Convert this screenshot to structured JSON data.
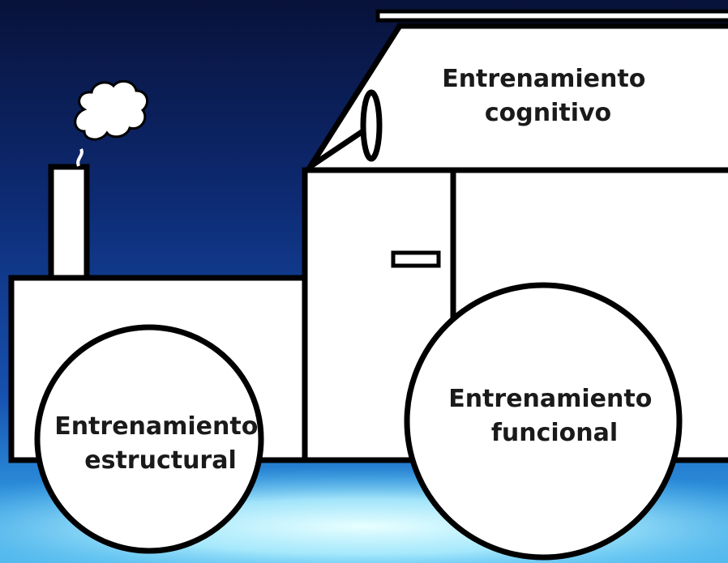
{
  "diagram": {
    "cab_label": {
      "line1": "Entrenamiento",
      "line2": "cognitivo"
    },
    "rear_wheel_label": {
      "line1": "Entrenamiento",
      "line2": "funcional"
    },
    "front_wheel_label": {
      "line1": "Entrenamiento",
      "line2": "estructural"
    }
  },
  "colors": {
    "background_top": "#0a1a4a",
    "background_mid": "#123a8c",
    "glow": "#bff6ff",
    "outline": "#000000",
    "fill": "#ffffff"
  }
}
